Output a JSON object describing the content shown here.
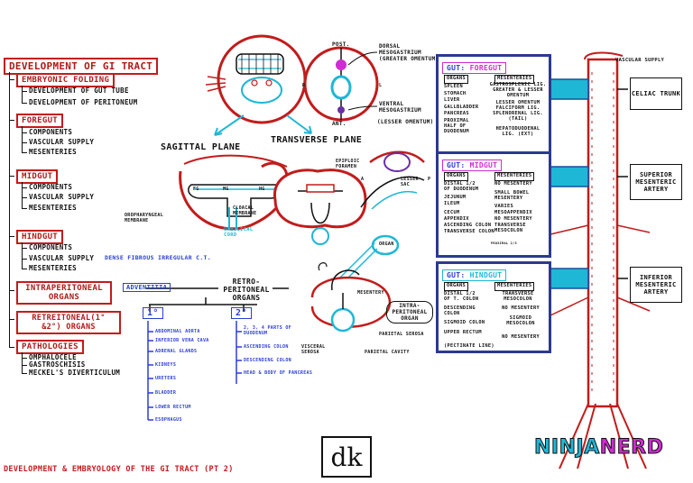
{
  "outline": {
    "title": "DEVELOPMENT OF GI TRACT",
    "sections": [
      {
        "label": "EMBRYONIC FOLDING",
        "items": [
          "DEVELOPMENT OF GUT TUBE",
          "DEVELOPMENT OF PERITONEUM"
        ]
      },
      {
        "label": "FOREGUT",
        "items": [
          "COMPONENTS",
          "VASCULAR SUPPLY",
          "MESENTERIES"
        ]
      },
      {
        "label": "MIDGUT",
        "items": [
          "COMPONENTS",
          "VASCULAR SUPPLY",
          "MESENTERIES"
        ]
      },
      {
        "label": "HINDGUT",
        "items": [
          "COMPONENTS",
          "VASCULAR SUPPLY",
          "MESENTERIES"
        ]
      },
      {
        "label": "INTRAPERITONEAL ORGANS",
        "items": []
      },
      {
        "label": "RETREITONEAL(1° &2°) ORGANS",
        "items": []
      },
      {
        "label": "PATHOLOGIES",
        "items": [
          "OMPHALOCELE",
          "GASTROSCHISIS",
          "MECKEL'S DIVERTICULUM"
        ]
      }
    ]
  },
  "embryo": {
    "sagittal_label": "SAGITTAL PLANE",
    "transverse_label": "TRANSVERSE PLANE",
    "fg": "FG",
    "mg": "MG",
    "hg": "HG",
    "oro": "OROPHARYNGEAL MEMBRANE",
    "umbilical": "UMBILICAL CORD",
    "cloacal": "CLOACAL MEMBRANE",
    "dense": "DENSE FIBROUS IRREGULAR C.T.",
    "post": "POST.",
    "ant": "ANT.",
    "r": "R",
    "l": "L",
    "dorsal": "DORSAL MESOGASTRIUM (GREATER OMENTUM)",
    "ventral": "VENTRAL MESOGASTRIUM",
    "lesser_omentum": "(LESSER OMENTUM)",
    "epiploic": "EPIPLOIC FORAMEN",
    "lesser_sac": "LESSER SAC",
    "a": "A",
    "p": "P",
    "organ": "ORGAN",
    "mesentery": "MESENTERY",
    "intraperitoneal": "INTRA-PERITONEAL ORGAN",
    "parietal_serosa": "PARIETAL SEROSA",
    "visceral_serosa": "VISCERAL SEROSA",
    "parietal_cavity": "PARIETAL CAVITY"
  },
  "retro": {
    "adventitia": "ADVENTITIA",
    "title": "RETRO-PERITONEAL ORGANS",
    "primary": "1°",
    "secondary": "2°",
    "primary_items": [
      "ABDOMINAL AORTA",
      "INFERIOR VENA CAVA",
      "ADRENAL GLANDS",
      "KIDNEYS",
      "URETERS",
      "BLADDER",
      "LOWER RECTUM",
      "ESOPHAGUS"
    ],
    "secondary_items": [
      "2, 3, 4 PARTS OF DUODENUM",
      "ASCENDING COLON",
      "DESCENDING COLON",
      "HEAD & BODY OF PANCREAS"
    ]
  },
  "foregut": {
    "gut": "GUT:",
    "name": "FOREGUT",
    "organs_h": "ORGANS",
    "mes_h": "MESENTERIES",
    "organs": [
      "SPLEEN",
      "STOMACH",
      "LIVER",
      "GALLBLADDER",
      "PANCREAS",
      "PROXIMAL HALF OF DUODENUM"
    ],
    "mesenteries": [
      "GASTROSPLENIC LIG.",
      "GREATER & LESSER OMENTUM",
      "LESSER OMENTUM FALCIFORM LIG.",
      "SPLENORENAL LIG. (TAIL)",
      "HEPATODUODENAL LIG. (EXT)"
    ]
  },
  "midgut": {
    "gut": "GUT:",
    "name": "MIDGUT",
    "organs_h": "ORGANS",
    "mes_h": "MESENTERIES",
    "organs": [
      "DISTAL 1/2 OF DUODENUM",
      "JEJUNUM",
      "ILEUM",
      "CECUM",
      "APPENDIX",
      "ASCENDING COLON",
      "TRANSVERSE COLON"
    ],
    "mesenteries": [
      "NO MESENTERY",
      "SMALL BOWEL MESENTERY",
      "VARIES",
      "MESOAPPENDIX",
      "NO MESENTERY",
      "TRANSVERSE MESOCOLON"
    ],
    "prox": "PROXIMAL 2/3"
  },
  "hindgut": {
    "gut": "GUT:",
    "name": "HINDGUT",
    "organs_h": "ORGANS",
    "mes_h": "MESENTERIES",
    "organs": [
      "DISTAL 1/2 OF T. COLON",
      "DESCENDING COLON",
      "SIGMOID COLON",
      "UPPER RECTUM",
      "(PECTINATE LINE)"
    ],
    "mesenteries": [
      "TRANSVERSE MESOCOLON",
      "NO MESENTERY",
      "SIGMOID MESOCOLON",
      "NO MESENTERY"
    ]
  },
  "vascular": {
    "label": "VASCULAR SUPPLY",
    "celiac": "CELIAC TRUNK",
    "sma": "SUPERIOR MESENTERIC ARTERY",
    "ima": "INFERIOR MESENTERIC ARTERY"
  },
  "footer": {
    "title": "DEVELOPMENT & EMBRYOLOGY OF THE GI TRACT (PT 2)",
    "logo": "dk",
    "brand1": "NINJA",
    "brand2": "NERD"
  },
  "colors": {
    "red": "#c21c1c",
    "blue": "#2c3fd1",
    "navy": "#2b3a8f",
    "cyan": "#1fb7d6",
    "pink": "#d22bd2"
  }
}
